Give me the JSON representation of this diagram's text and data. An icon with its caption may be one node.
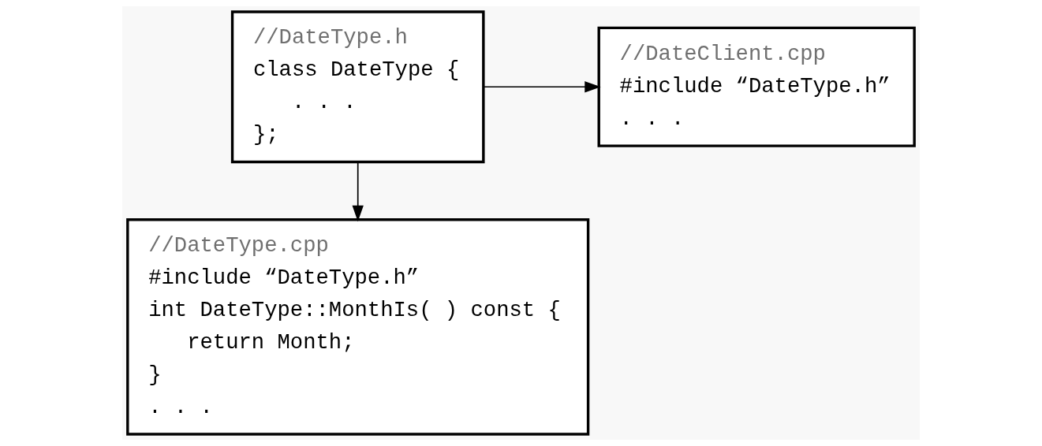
{
  "diagram": {
    "nodes": [
      {
        "text": [
          "//DateClient.cpp",
          "#include “DateType.h”",
          ". . ."
        ]
      },
      {
        "text": [
          "//DateType.h",
          "class DateType {",
          "   . . .",
          "};"
        ]
      },
      {
        "text": [
          "//DateType.cpp",
          "#include “DateType.h”",
          "int DateType::MonthIs( ) const {",
          "   return Month;",
          "}",
          ". . ."
        ]
      }
    ],
    "edges": [
      {
        "from": 1,
        "to": 0,
        "arrow": "to"
      },
      {
        "from": 1,
        "to": 2,
        "arrow": "to"
      }
    ]
  }
}
